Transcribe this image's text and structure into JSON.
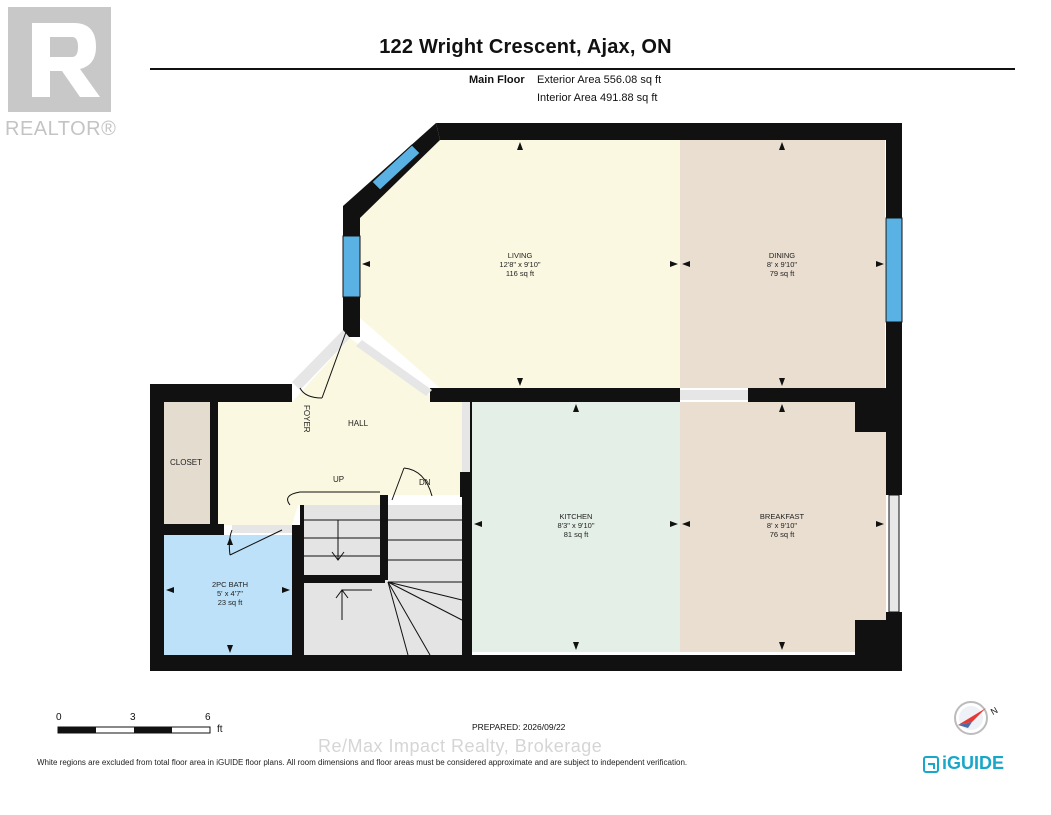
{
  "header": {
    "address": "122 Wright Crescent, Ajax, ON",
    "floor": "Main Floor",
    "exterior_area": "Exterior Area 556.08 sq ft",
    "interior_area": "Interior Area 491.88 sq ft"
  },
  "logo": {
    "text": "REALTOR®"
  },
  "rooms": {
    "living": {
      "name": "LIVING",
      "dims": "12'8\" x 9'10\"",
      "area": "116 sq ft"
    },
    "dining": {
      "name": "DINING",
      "dims": "8' x 9'10\"",
      "area": "79 sq ft"
    },
    "kitchen": {
      "name": "KITCHEN",
      "dims": "8'3\" x 9'10\"",
      "area": "81 sq ft"
    },
    "breakfast": {
      "name": "BREAKFAST",
      "dims": "8' x 9'10\"",
      "area": "76 sq ft"
    },
    "bath": {
      "name": "2PC BATH",
      "dims": "5' x 4'7\"",
      "area": "23 sq ft"
    },
    "hall": {
      "name": "HALL"
    },
    "closet": {
      "name": "CLOSET"
    },
    "foyer": {
      "name": "FOYER"
    },
    "stairs_up": {
      "name": "UP"
    },
    "stairs_down": {
      "name": "DN"
    }
  },
  "scale": {
    "ticks": [
      "0",
      "3",
      "6"
    ],
    "unit": "ft"
  },
  "footer": {
    "prepared": "PREPARED: 2026/09/22",
    "disclaimer": "White regions are excluded from total floor area in iGUIDE floor plans. All room dimensions and floor areas must be considered approximate and are subject to independent verification.",
    "brokerage": "Re/Max Impact Realty, Brokerage",
    "brand": "iGUIDE",
    "compass": "N"
  },
  "colors": {
    "wall": "#111111",
    "living_hall": "#fbf8e1",
    "dining_breakfast": "#e9ded0",
    "kitchen": "#e4efe7",
    "bath": "#bde1f8",
    "closet": "#e4dccf",
    "stairs": "#e4e4e4",
    "window": "#5ab2e4",
    "brand": "#19a7c9"
  }
}
